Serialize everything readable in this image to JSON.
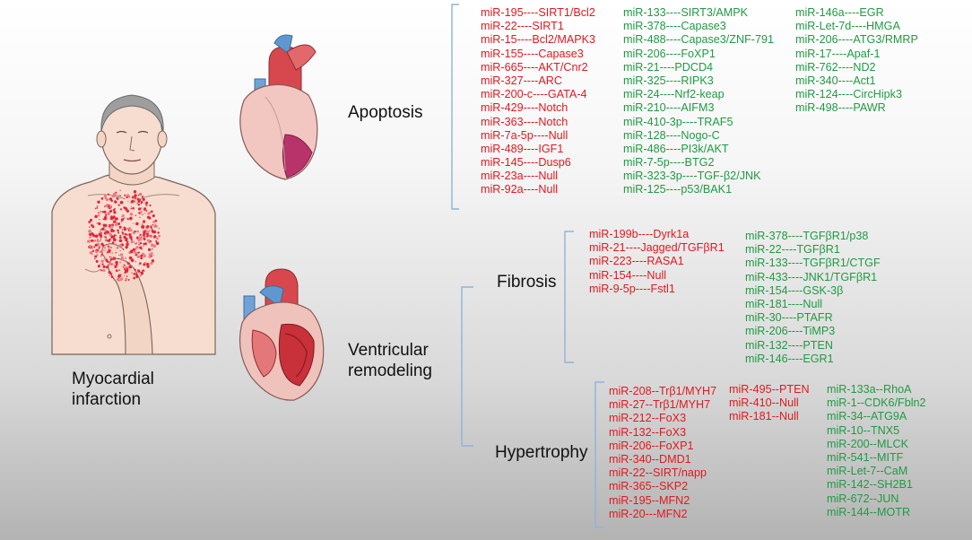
{
  "labels": {
    "mi": [
      "Myocardial",
      "infarction"
    ],
    "apoptosis": "Apoptosis",
    "vr": [
      "Ventricular",
      "remodeling"
    ],
    "fibrosis": "Fibrosis",
    "hypertrophy": "Hypertrophy"
  },
  "colors": {
    "up": "#e0191f",
    "down": "#1f9b43",
    "bracket": "#8fb3d9"
  },
  "apoptosis": {
    "red": [
      "miR-195----SIRT1/Bcl2",
      "miR-22----SIRT1",
      "miR-15----Bcl2/MAPK3",
      "miR-155----Capase3",
      "miR-665----AKT/Cnr2",
      "miR-327----ARC",
      "miR-200-c----GATA-4",
      "miR-429----Notch",
      "miR-363----Notch",
      "miR-7a-5p----Null",
      "miR-489----IGF1",
      "miR-145----Dusp6",
      "miR-23a----Null",
      "miR-92a----Null"
    ],
    "green1": [
      "miR-133----SIRT3/AMPK",
      "miR-378----Capase3",
      "miR-488----Capase3/ZNF-791",
      "miR-206----FoXP1",
      "miR-21----PDCD4",
      "miR-325----RIPK3",
      "miR-24----Nrf2-keap",
      "miR-210----AIFM3",
      "miR-410-3p----TRAF5",
      "miR-128----Nogo-C",
      "miR-486----PI3k/AKT",
      "miR-7-5p----BTG2",
      "miR-323-3p----TGF-β2/JNK",
      "miR-125----p53/BAK1"
    ],
    "green2": [
      "miR-146a----EGR",
      "miR-Let-7d----HMGA",
      "miR-206----ATG3/RMRP",
      "miR-17----Apaf-1",
      "miR-762----ND2",
      "miR-340----Act1",
      "miR-124----CircHipk3",
      "miR-498----PAWR"
    ]
  },
  "fibrosis": {
    "red": [
      "miR-199b----Dyrk1a",
      "miR-21----Jagged/TGFβR1",
      "miR-223----RASA1",
      "miR-154----Null",
      "miR-9-5p----Fstl1"
    ],
    "green": [
      "miR-378----TGFβR1/p38",
      "miR-22----TGFβR1",
      "miR-133----TGFβR1/CTGF",
      "miR-433----JNK1/TGFβR1",
      "miR-154----GSK-3β",
      "miR-181----Null",
      "miR-30----PTAFR",
      "miR-206----TiMP3",
      "miR-132----PTEN",
      "miR-146----EGR1"
    ]
  },
  "hypertrophy": {
    "red1": [
      "miR-208--Trβ1/MYH7",
      "miR-27--Trβ1/MYH7",
      "miR-212--FoX3",
      "miR-132--FoX3",
      "miR-206--FoXP1",
      "miR-340--DMD1",
      "miR-22--SIRT/napp",
      "miR-365--SKP2",
      "miR-195--MFN2",
      "miR-20---MFN2"
    ],
    "red2": [
      "miR-495--PTEN",
      "miR-410--Null",
      "miR-181--Null"
    ],
    "green": [
      "miR-133a--RhoA",
      "miR-1--CDK6/Fbln2",
      "miR-34--ATG9A",
      "miR-10--TNX5",
      "miR-200--MLCK",
      "miR-541--MITF",
      "miR-Let-7--CaM",
      "miR-142--SH2B1",
      "miR-672--JUN",
      "miR-144--MOTR"
    ]
  }
}
